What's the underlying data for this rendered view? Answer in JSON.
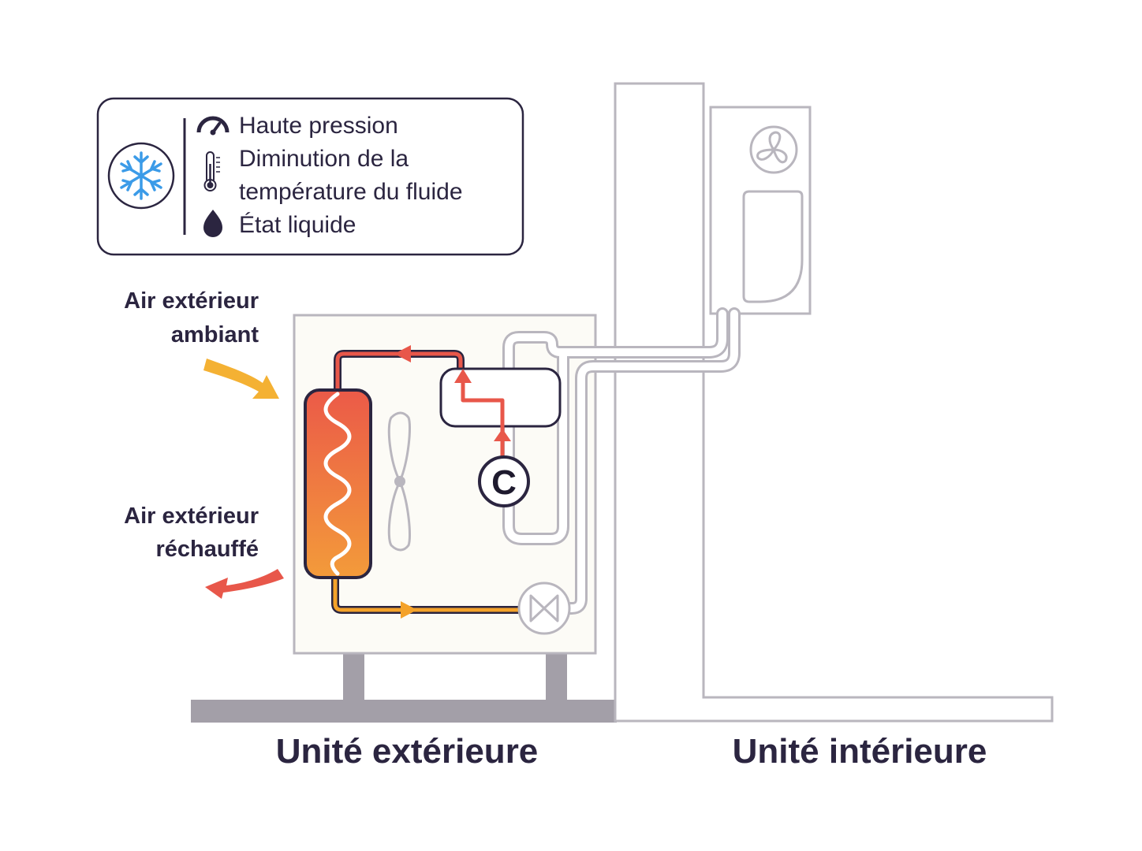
{
  "legend": {
    "mode_icon": "snowflake-icon",
    "items": [
      {
        "icon": "pressure-gauge-icon",
        "lines": [
          "Haute pression"
        ]
      },
      {
        "icon": "thermometer-icon",
        "lines": [
          "Diminution de la",
          "température du fluide"
        ]
      },
      {
        "icon": "liquid-drop-icon",
        "lines": [
          "État liquide"
        ]
      }
    ]
  },
  "airflow": {
    "ambient_label": [
      "Air extérieur",
      "ambiant"
    ],
    "heated_label": [
      "Air extérieur",
      "réchauffé"
    ]
  },
  "outdoor_unit": {
    "compressor_letter": "C",
    "label": "Unité extérieure"
  },
  "indoor_unit": {
    "label": "Unité intérieure"
  },
  "colors": {
    "ink": "#2b2540",
    "outline": "#b9b6be",
    "panel_fill": "#fcfbf6",
    "ground": "#a39fa8",
    "hot_red": "#e8574a",
    "warm_orange": "#f4a22a",
    "arrow_orange": "#f4b133",
    "snowflake_blue": "#3b9be8"
  }
}
